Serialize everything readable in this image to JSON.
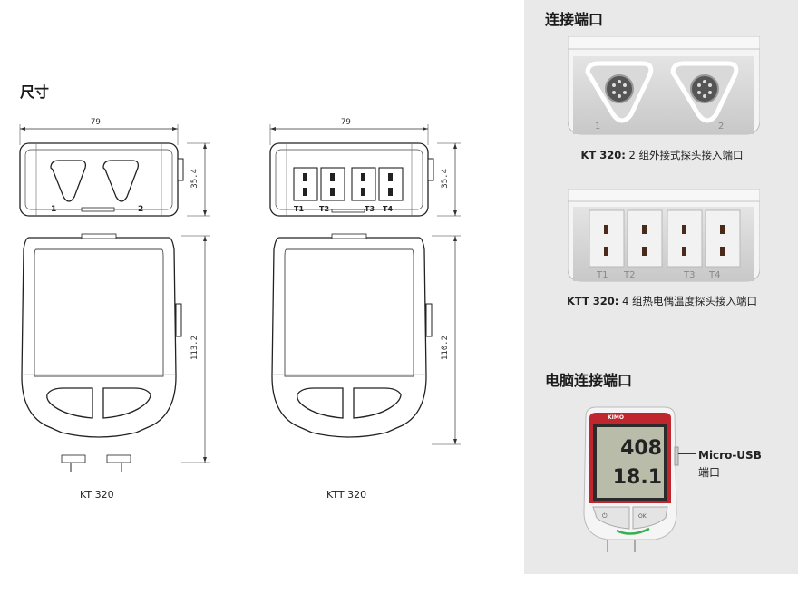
{
  "left": {
    "title": "尺寸",
    "devices": [
      {
        "model": "KT 320",
        "width": "79",
        "top_height": "35.4",
        "body_height": "113.2",
        "ports": [
          "1",
          "2"
        ]
      },
      {
        "model": "KTT 320",
        "width": "79",
        "top_height": "35.4",
        "body_height": "110.2",
        "ports": [
          "T1",
          "T2",
          "T3",
          "T4"
        ]
      }
    ]
  },
  "right": {
    "title_ports": "连接端口",
    "kt_photo_labels": [
      "1",
      "2"
    ],
    "kt_caption_model": "KT 320:",
    "kt_caption_text": " 2 组外接式探头接入端口",
    "ktt_photo_labels": [
      "T1",
      "T2",
      "T3",
      "T4"
    ],
    "ktt_caption_model": "KTT 320:",
    "ktt_caption_text": " 4 组热电偶温度探头接入端口",
    "title_pc": "电脑连接端口",
    "usb_label_line1": "Micro-USB",
    "usb_label_line2": "端口",
    "screen_reading_1": "408",
    "screen_reading_2": "18.1",
    "brand": "KIMO",
    "button_ok": "OK"
  }
}
